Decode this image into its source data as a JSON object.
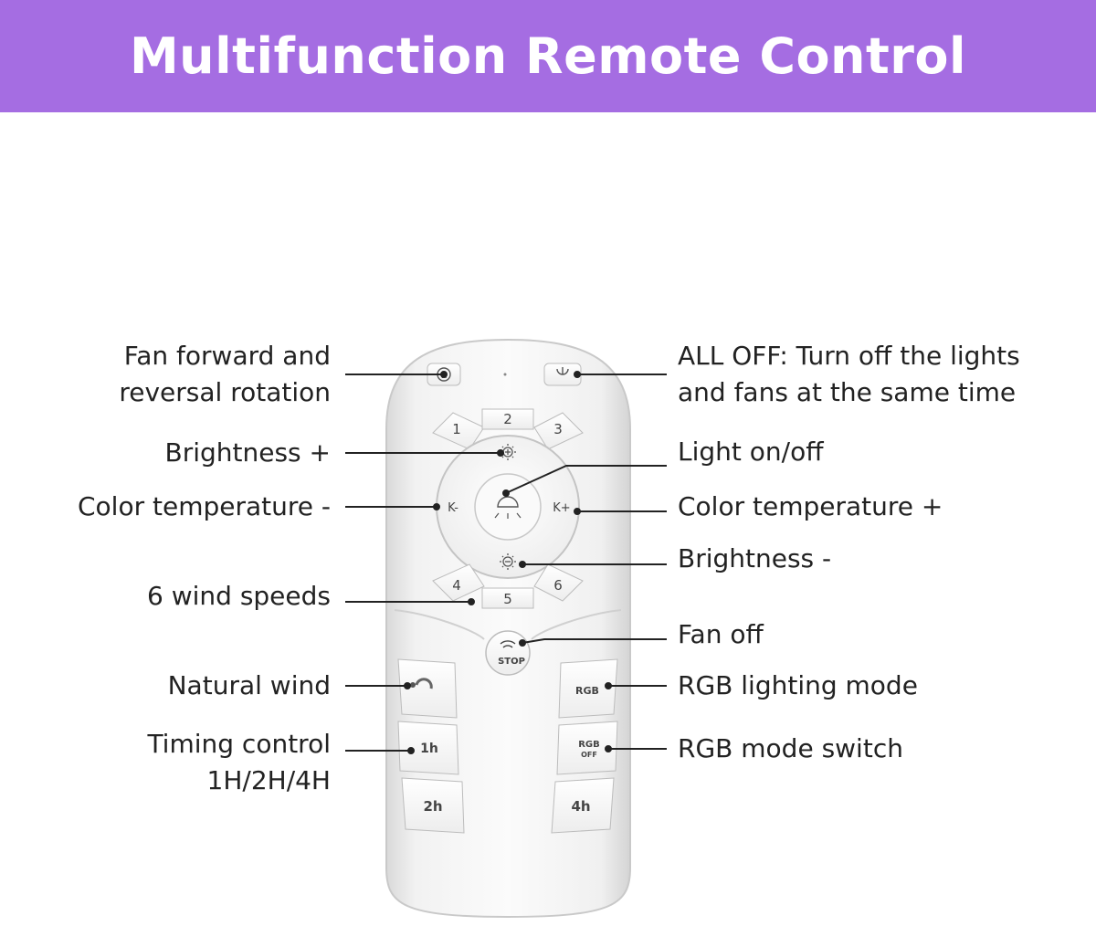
{
  "header": {
    "title": "Multifunction Remote Control",
    "background": "#a56de2"
  },
  "labels_left": [
    {
      "id": "fan-direction",
      "lines": [
        "Fan forward and",
        "reversal rotation"
      ]
    },
    {
      "id": "brightness-plus",
      "lines": [
        "Brightness +"
      ]
    },
    {
      "id": "color-temp-minus",
      "lines": [
        "Color temperature -"
      ]
    },
    {
      "id": "wind-speeds",
      "lines": [
        "6 wind speeds"
      ]
    },
    {
      "id": "natural-wind",
      "lines": [
        "Natural wind"
      ]
    },
    {
      "id": "timing-control",
      "lines": [
        "Timing control",
        "1H/2H/4H"
      ]
    }
  ],
  "labels_right": [
    {
      "id": "all-off",
      "lines": [
        "ALL OFF: Turn off the lights",
        "and fans at the same time"
      ]
    },
    {
      "id": "light-onoff",
      "lines": [
        "Light on/off"
      ]
    },
    {
      "id": "color-temp-plus",
      "lines": [
        "Color temperature +"
      ]
    },
    {
      "id": "brightness-minus",
      "lines": [
        "Brightness -"
      ]
    },
    {
      "id": "fan-off",
      "lines": [
        "Fan off"
      ]
    },
    {
      "id": "rgb-lighting",
      "lines": [
        "RGB lighting mode"
      ]
    },
    {
      "id": "rgb-switch",
      "lines": [
        "RGB mode switch"
      ]
    }
  ],
  "remote": {
    "speed_top": [
      "1",
      "2",
      "3"
    ],
    "speed_bottom": [
      "4",
      "5",
      "6"
    ],
    "k_minus": "K-",
    "k_plus": "K+",
    "stop": "STOP",
    "rgb": "RGB",
    "rgb_off_top": "RGB",
    "rgb_off_bottom": "OFF",
    "timer_1": "1h",
    "timer_2": "2h",
    "timer_4": "4h"
  }
}
